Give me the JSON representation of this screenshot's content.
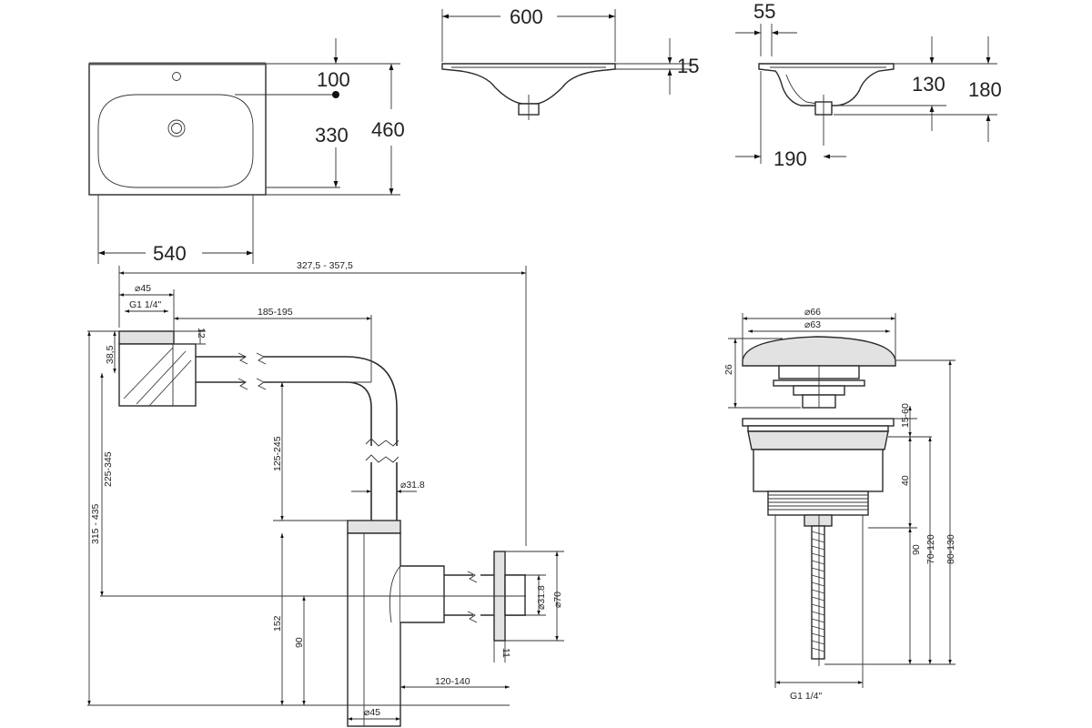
{
  "basin_top_view": {
    "dim_tap_offset": "100",
    "dim_bowl_depth": "330",
    "dim_total_depth": "460",
    "dim_width": "540"
  },
  "basin_front_view": {
    "dim_length": "600",
    "dim_rim": "15"
  },
  "basin_side_view": {
    "dim_rim_offset": "55",
    "dim_bowl_height": "130",
    "dim_total_height": "180",
    "dim_drain_offset": "190"
  },
  "siphon": {
    "dim_total_width": "327,5 - 357,5",
    "dim_inlet_dia": "⌀45",
    "dim_thread": "G1 1/4\"",
    "dim_horizontal": "185-195",
    "dim_cap": "12",
    "dim_head": "38,5",
    "dim_height_a": "225-345",
    "dim_height_b": "315 - 435",
    "dim_vertical": "125-245",
    "dim_pipe_dia": "⌀31.8",
    "dim_trap_height": "152",
    "dim_outlet_height": "90",
    "dim_outlet_pipe_dia": "⌀31.8",
    "dim_flange_dia": "⌀70",
    "dim_flange_thickness": "11",
    "dim_outlet_length": "120-140",
    "dim_body_dia": "⌀45"
  },
  "valve": {
    "dim_cap_outer": "⌀66",
    "dim_cap_inner": "⌀63",
    "dim_cap_height": "26",
    "dim_flange": "15-60",
    "dim_thread_len": "40",
    "dim_body_height": "90",
    "dim_range_a": "70-120",
    "dim_range_b": "80-130",
    "dim_thread": "G1 1/4\""
  }
}
